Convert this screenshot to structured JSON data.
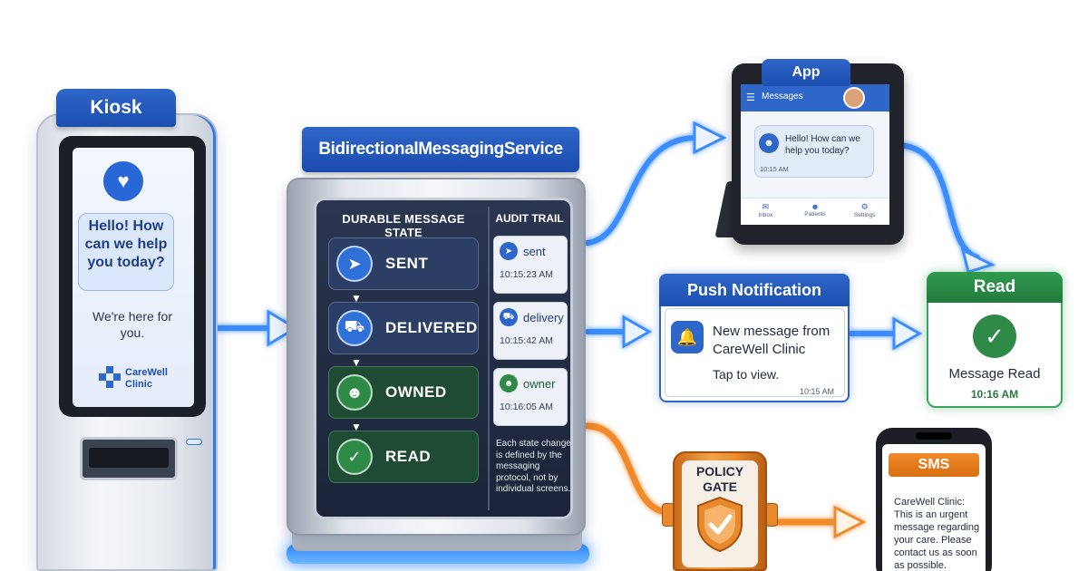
{
  "kiosk": {
    "title": "Kiosk",
    "bubble": "Hello! How can we help you today?",
    "subtext": "We're here for you.",
    "brand": "CareWell Clinic"
  },
  "service": {
    "title": "BidirectionalMessagingService",
    "durable_title": "DURABLE MESSAGE STATE",
    "audit_title": "AUDIT TRAIL",
    "states": [
      {
        "label": "SENT",
        "icon": "paper-plane-icon"
      },
      {
        "label": "DELIVERED",
        "icon": "truck-icon"
      },
      {
        "label": "OWNED",
        "icon": "user-icon"
      },
      {
        "label": "READ",
        "icon": "check-icon"
      }
    ],
    "audit": [
      {
        "label": "sent",
        "time": "10:15:23 AM",
        "icon": "paper-plane-icon"
      },
      {
        "label": "delivery",
        "time": "10:15:42 AM",
        "icon": "truck-icon"
      },
      {
        "label": "owner",
        "time": "10:16:05 AM",
        "icon": "user-icon"
      }
    ],
    "note": "Each state change is defined by the messaging protocol, not by individual screens."
  },
  "app": {
    "title": "App",
    "header_title": "Messages",
    "message": "Hello! How can we help you today?",
    "time": "10:15 AM",
    "nav": [
      "Inbox",
      "Patients",
      "Settings"
    ]
  },
  "push": {
    "title": "Push Notification",
    "headline": "New message from CareWell Clinic",
    "action": "Tap to view.",
    "time": "10:15 AM"
  },
  "read": {
    "title": "Read",
    "label": "Message Read",
    "time": "10:16 AM"
  },
  "policy_gate": {
    "label": "POLICY GATE"
  },
  "sms": {
    "title": "SMS",
    "text": "CareWell Clinic: This is an urgent message regarding your care. Please contact us as soon as possible."
  },
  "colors": {
    "brand_blue": "#2f66c9",
    "flow_blue": "#3a8dff",
    "read_green": "#2f8a47",
    "policy_orange": "#e8892b"
  }
}
